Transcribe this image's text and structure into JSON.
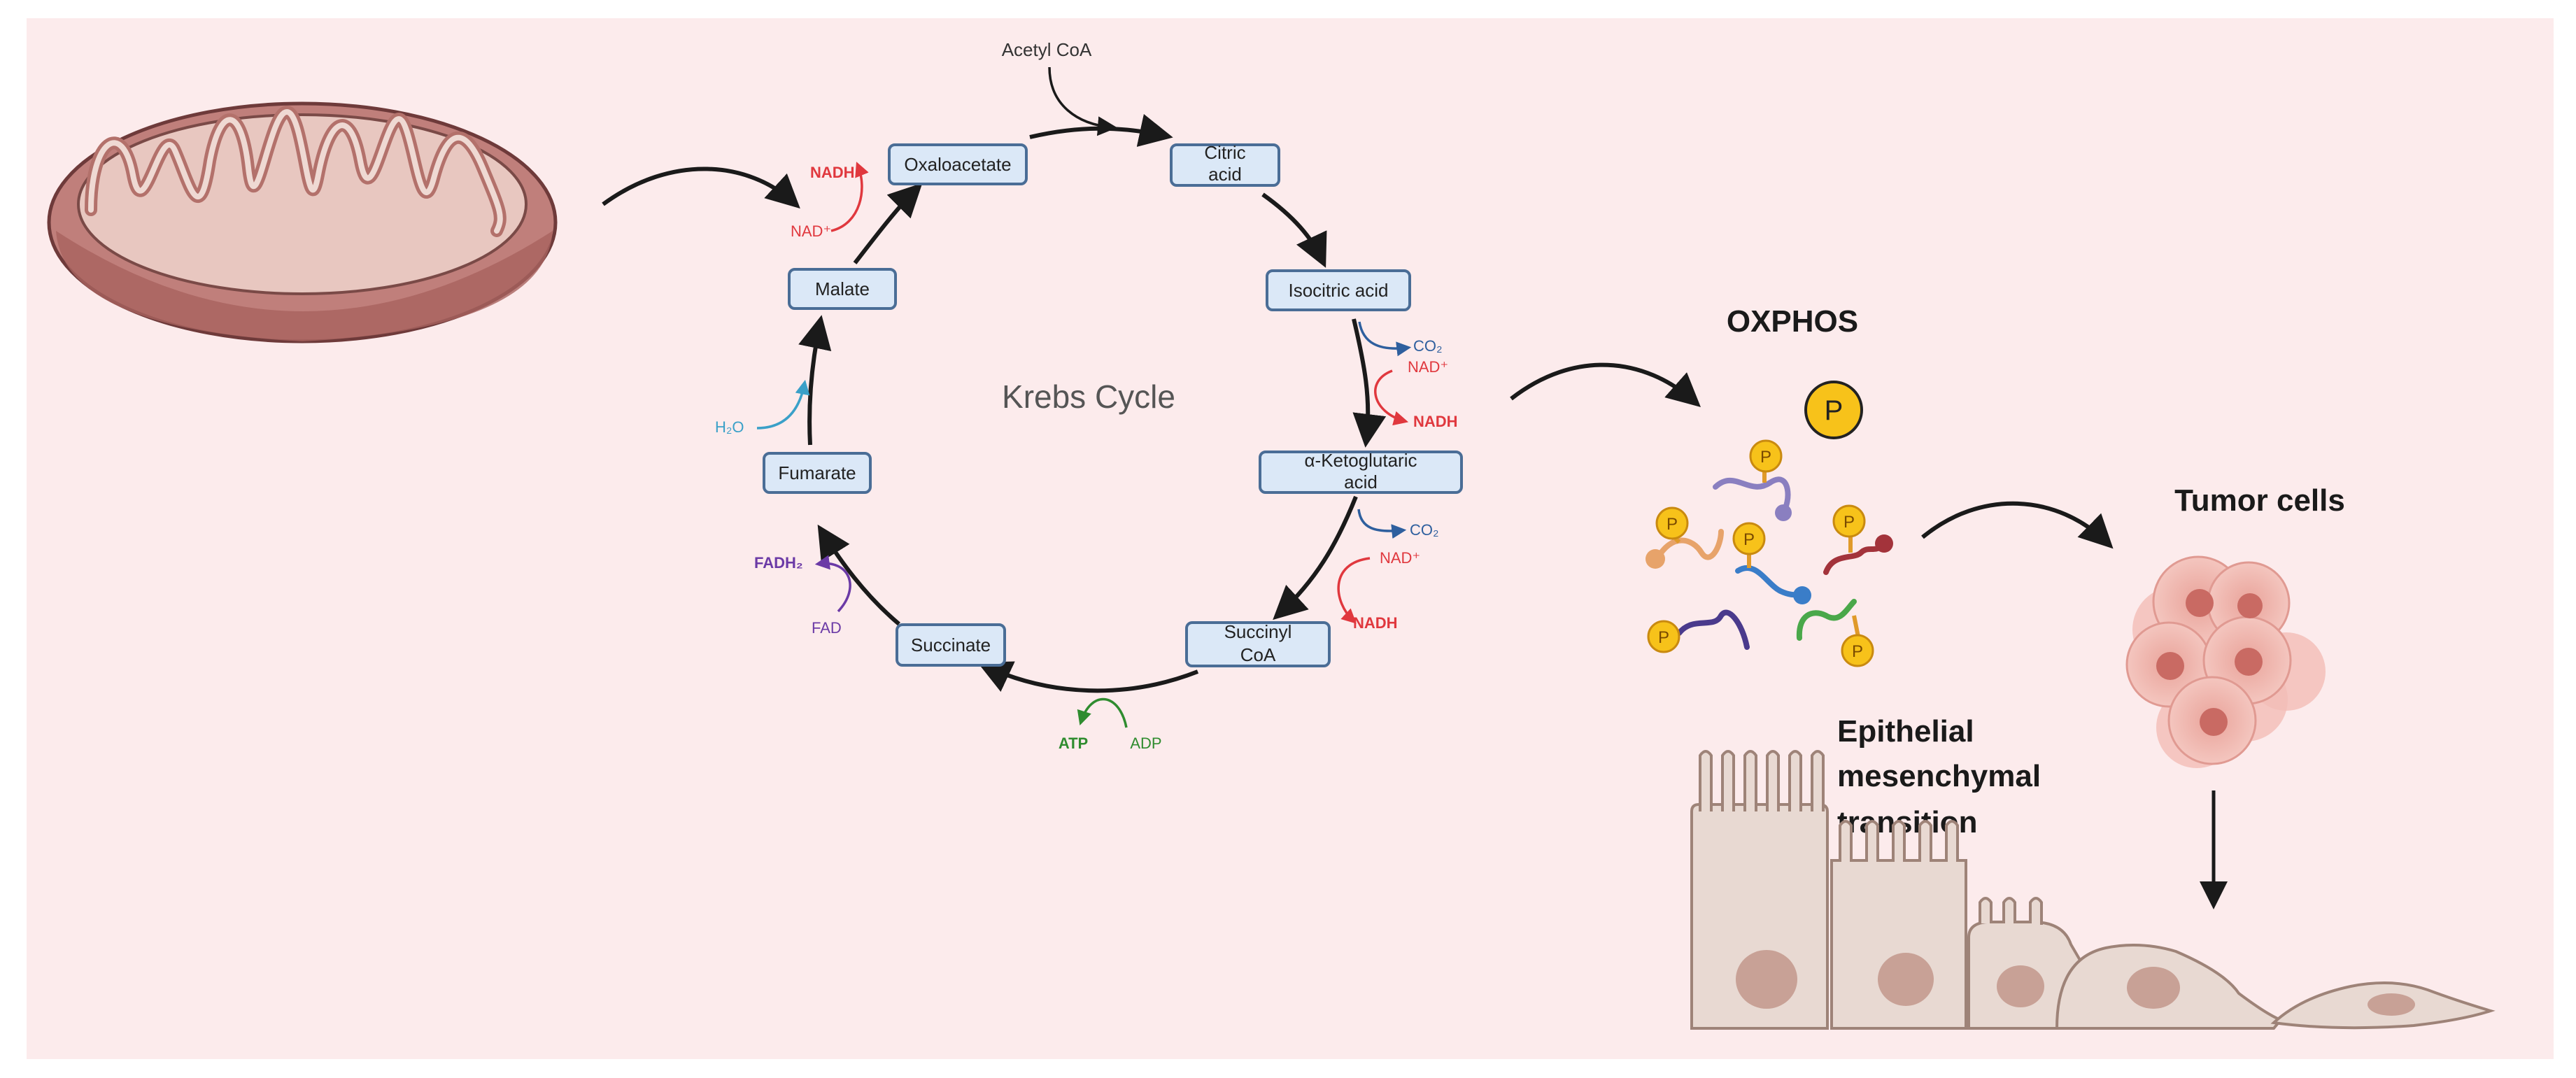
{
  "colors": {
    "background": "#fcebec",
    "box_fill": "#dbe8f7",
    "box_stroke": "#4a6d96",
    "nadh_red": "#e0383e",
    "co2_blue": "#2e5f9e",
    "water_teal": "#3aa0c8",
    "fad_purple": "#6b3aa6",
    "atp_green": "#2f8c2f",
    "phosphate_yellow": "#f7c21a"
  },
  "inputs": {
    "acetyl_coa": "Acetyl CoA"
  },
  "cycle": {
    "title": "Krebs Cycle",
    "nodes": {
      "oxaloacetate": "Oxaloacetate",
      "citric_1": "Citric",
      "citric_2": "acid",
      "isocitric": "Isocitric acid",
      "akg_1": "α-Ketoglutaric",
      "akg_2": "acid",
      "succinyl_1": "Succinyl",
      "succinyl_2": "CoA",
      "succinate": "Succinate",
      "fumarate": "Fumarate",
      "malate": "Malate"
    }
  },
  "cofactors": {
    "nadh": "NADH",
    "nad_plus": "NAD⁺",
    "co2": "CO₂",
    "h2o": "H₂O",
    "fadh2": "FADH₂",
    "fad": "FAD",
    "atp": "ATP",
    "adp": "ADP"
  },
  "icons": [
    "mitochondrion-icon",
    "phosphate-icon",
    "tumor-cells-icon",
    "epithelial-cells-icon"
  ],
  "right_panel": {
    "oxphos": "OXPHOS",
    "phosphate": "P",
    "tumor_cells": "Tumor cells",
    "emt_1": "Epithelial",
    "emt_2": "mesenchymal",
    "emt_3": "transition"
  }
}
